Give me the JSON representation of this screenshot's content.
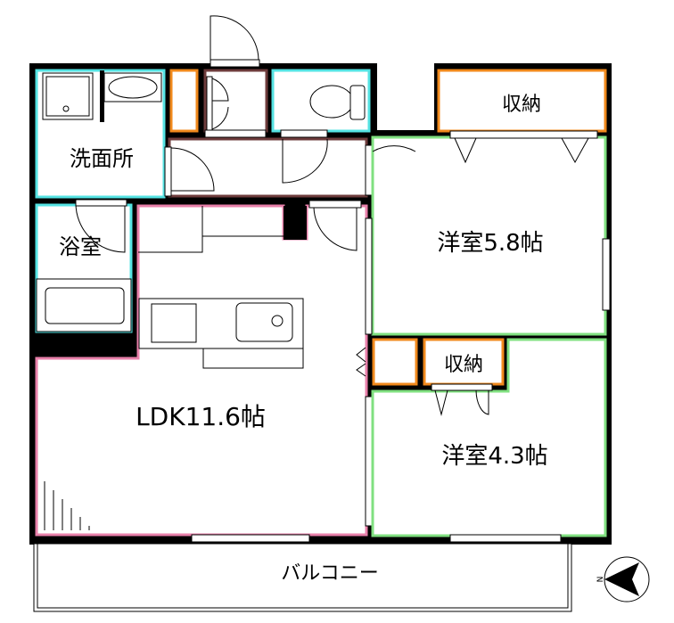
{
  "rooms": {
    "washroom": "洗面所",
    "bathroom": "浴室",
    "storage_top": "収納",
    "western_room_1": "洋室5.8帖",
    "ldk": "LDK11.6帖",
    "storage_middle": "収納",
    "western_room_2": "洋室4.3帖",
    "balcony": "バルコニー"
  },
  "compass": {
    "label": "N"
  },
  "colors": {
    "wall": "#000000",
    "wet_area": "#55e3e3",
    "storage": "#f0891c",
    "hallway": "#6e3c3c",
    "ldk": "#e880aa",
    "western_room": "#80e080"
  }
}
